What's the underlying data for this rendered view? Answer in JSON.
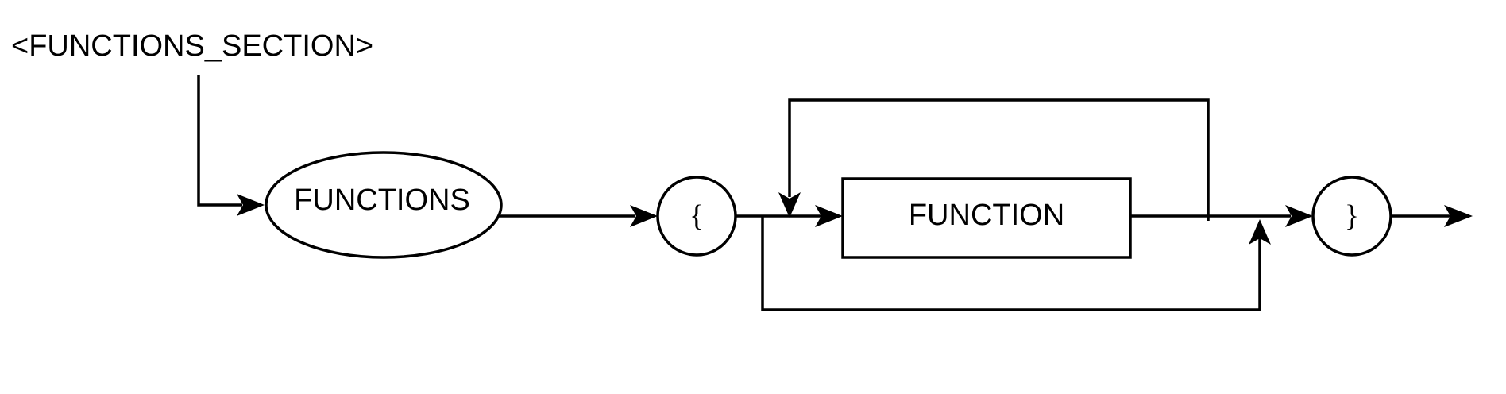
{
  "diagram": {
    "section_label": "<FUNCTIONS_SECTION>",
    "keyword_node": "FUNCTIONS",
    "open_brace": "{",
    "function_node": "FUNCTION",
    "close_brace": "}"
  }
}
